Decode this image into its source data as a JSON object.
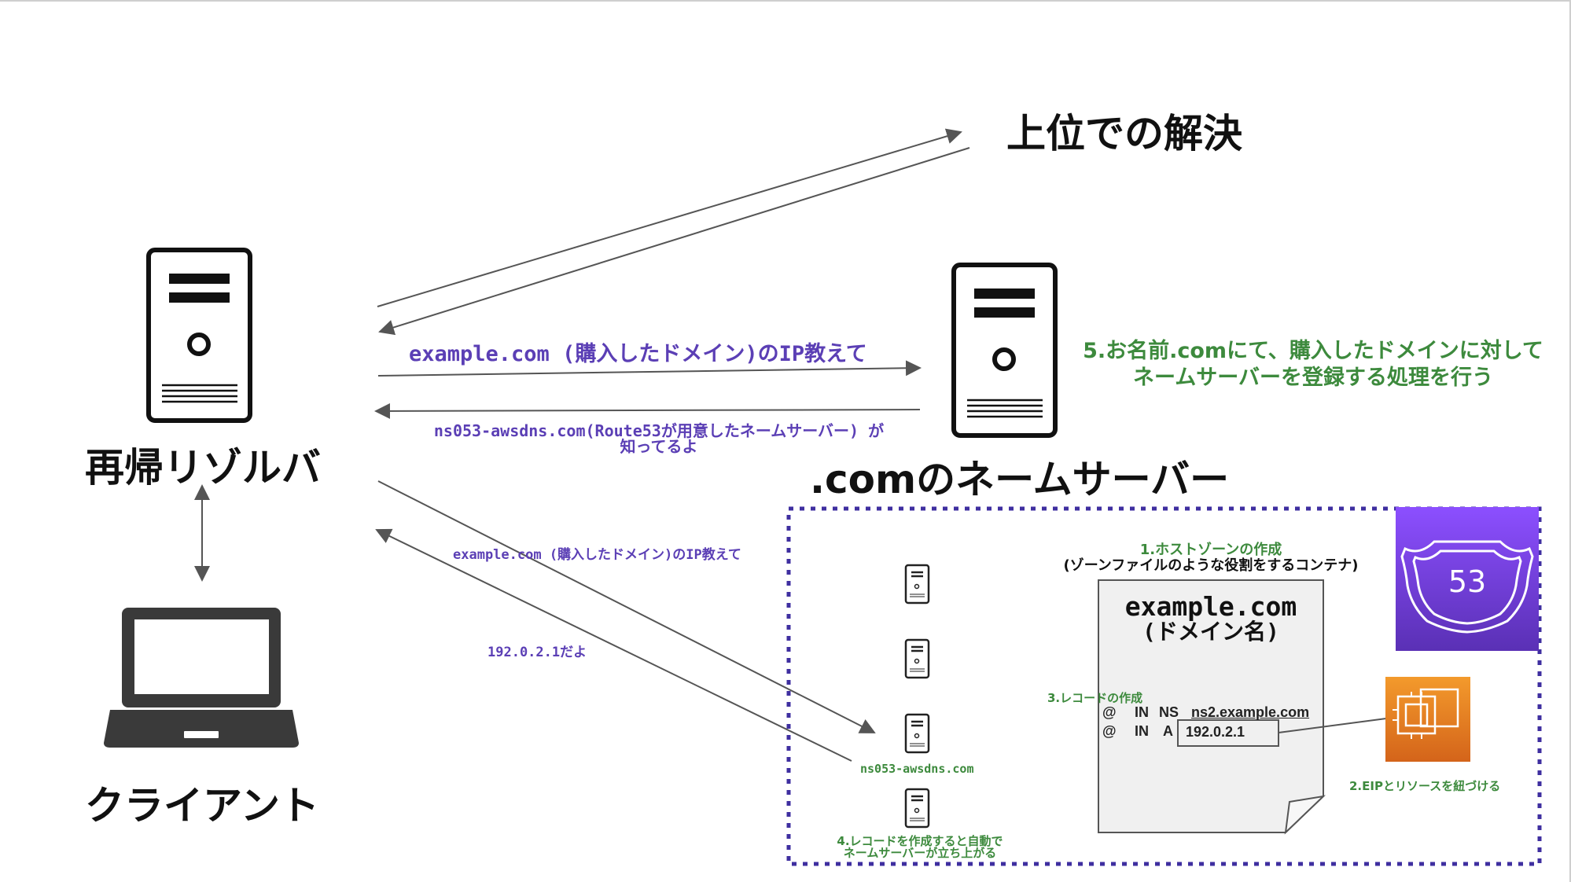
{
  "labels": {
    "upper_resolution": "上位での解決",
    "recursive_resolver": "再帰リゾルバ",
    "client": "クライアント",
    "com_nameserver": ".comのネームサーバー",
    "q1": "example.com (購入したドメイン)のIP教えて",
    "a1_line1": "ns053-awsdns.com(Route53が用意したネームサーバー) が",
    "a1_line2": "知ってるよ",
    "q2": "example.com (購入したドメイン)のIP教えて",
    "a2": "192.0.2.1だよ",
    "step5_line1": "5.お名前.comにて、購入したドメインに対して",
    "step5_line2": "ネームサーバーを登録する処理を行う",
    "step1_line1": "1.ホストゾーンの作成",
    "step1_line2": "(ゾーンファイルのような役割をするコンテナ)",
    "zone_domain": "example.com",
    "zone_domain_sub": "(ドメイン名)",
    "step3": "3.レコードの作成",
    "step2": "2.EIPとリソースを紐づける",
    "ns_label": "ns053-awsdns.com",
    "step4_line1": "4.レコードを作成すると自動で",
    "step4_line2": "ネームサーバーが立ち上がる",
    "route53_badge": "53"
  },
  "records": [
    {
      "name": "@",
      "class": "IN",
      "type": "NS",
      "value": "ns2.example.com"
    },
    {
      "name": "@",
      "class": "IN",
      "type": "A",
      "value": "192.0.2.1"
    }
  ],
  "colors": {
    "purple_text": "#5b3fb5",
    "green_text": "#3d8a3d",
    "dotted_border": "#3f2fa0",
    "route53_gradient_top": "#8c4fff",
    "route53_gradient_bottom": "#5a30b5",
    "ec2_orange": "#e07b20"
  },
  "icons": {
    "resolver": "server-icon",
    "com_server": "server-icon",
    "client": "laptop-icon",
    "route53": "route53-shield-icon",
    "ec2": "ec2-chip-icon"
  }
}
